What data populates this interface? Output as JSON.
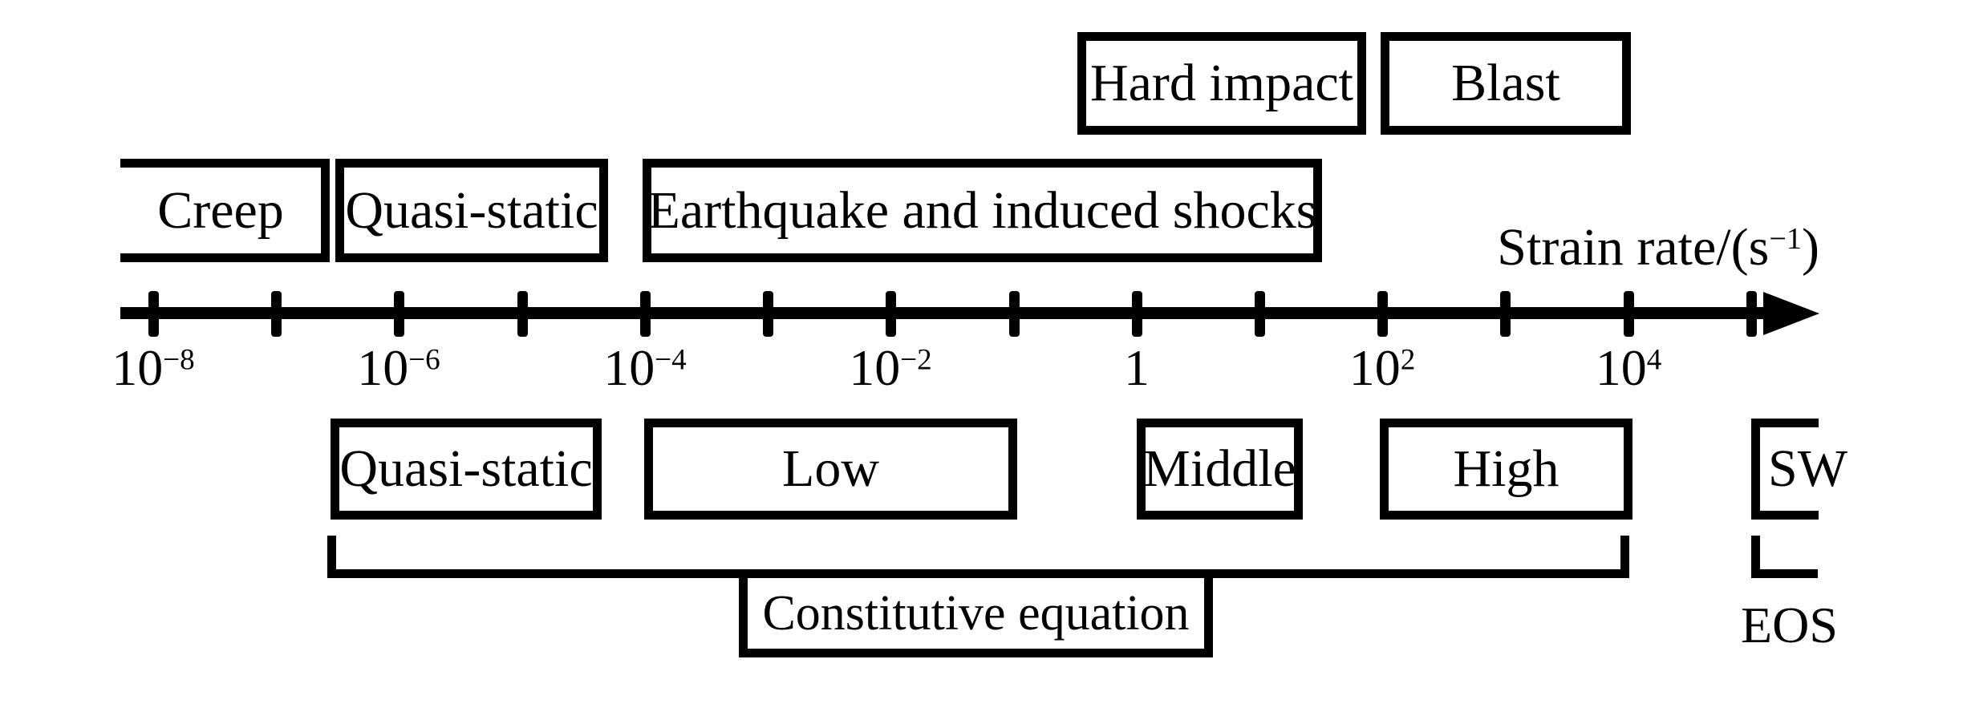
{
  "axis": {
    "title": {
      "base": "Strain rate/(s",
      "sup": "−1",
      "close": ")"
    },
    "tick_labels": [
      {
        "base": "10",
        "sup": "−8"
      },
      {
        "base": "10",
        "sup": "−6"
      },
      {
        "base": "10",
        "sup": "−4"
      },
      {
        "base": "10",
        "sup": "−2"
      },
      {
        "base": "1",
        "sup": ""
      },
      {
        "base": "10",
        "sup": "2"
      },
      {
        "base": "10",
        "sup": "4"
      }
    ]
  },
  "boxes": {
    "hard_impact": "Hard impact",
    "blast": "Blast",
    "creep": "Creep",
    "quasi_static_top": "Quasi-static",
    "earthquake": "Earthquake and induced shocks",
    "quasi_static_bottom": "Quasi-static",
    "low": "Low",
    "middle": "Middle",
    "high": "High",
    "sw": "SW"
  },
  "brackets": {
    "constitutive": "Constitutive equation",
    "eos": "EOS"
  },
  "colors": {
    "ink": "#000000",
    "background": "#ffffff"
  }
}
